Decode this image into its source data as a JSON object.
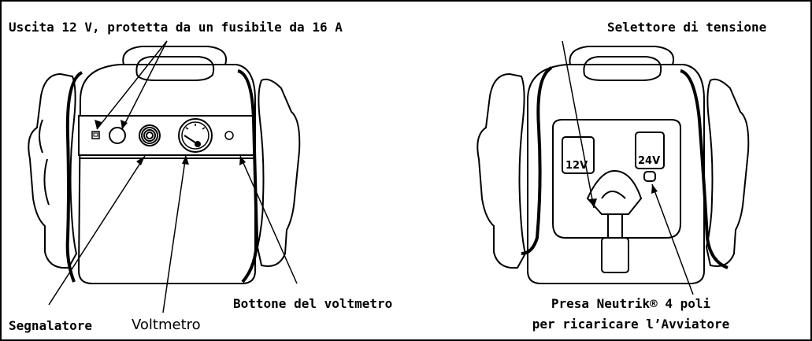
{
  "labels": {
    "output_12v": "Uscita 12 V, protetta da un fusibile da 16 A",
    "voltage_selector": "Selettore di tensione",
    "voltmeter_button": "Bottone del voltmetro",
    "neutrik_line1": "Presa Neutrik® 4 poli",
    "neutrik_line2": "per ricaricare l’Avviatore",
    "indicator": "Segnalatore",
    "voltmeter": "Voltmetro"
  },
  "device": {
    "selector_12v": "12V",
    "selector_24v": "24V"
  }
}
